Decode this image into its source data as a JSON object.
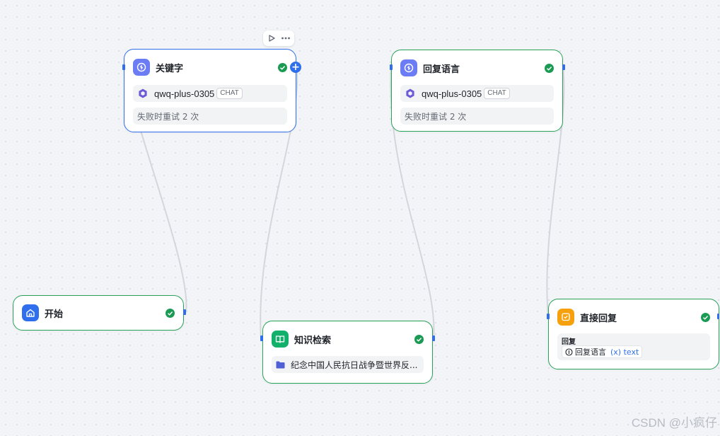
{
  "toolbar": {
    "run_icon": "play-icon",
    "more_icon": "more-dots-icon"
  },
  "nodes": {
    "keyword": {
      "title": "关键字",
      "icon": "llm-icon",
      "model": "qwq-plus-0305",
      "model_badge": "CHAT",
      "retry": "失败时重试 2 次",
      "add_label": "+"
    },
    "reply_lang": {
      "title": "回复语言",
      "icon": "llm-icon",
      "model": "qwq-plus-0305",
      "model_badge": "CHAT",
      "retry": "失败时重试 2 次"
    },
    "start": {
      "title": "开始",
      "icon": "home-icon"
    },
    "knowledge": {
      "title": "知识检索",
      "icon": "book-icon",
      "kb_name": "纪念中国人民抗日战争暨世界反..."
    },
    "direct_reply": {
      "title": "直接回复",
      "icon": "reply-icon",
      "label": "回复",
      "var_source": "回复语言",
      "var_name": "(x) text"
    }
  },
  "colors": {
    "accent": "#2f6fed",
    "success": "#1a9a53",
    "llm": "#6b7cf5",
    "knowledge": "#12b06b",
    "reply": "#f5a00c"
  },
  "watermark": "CSDN @小疯仔"
}
